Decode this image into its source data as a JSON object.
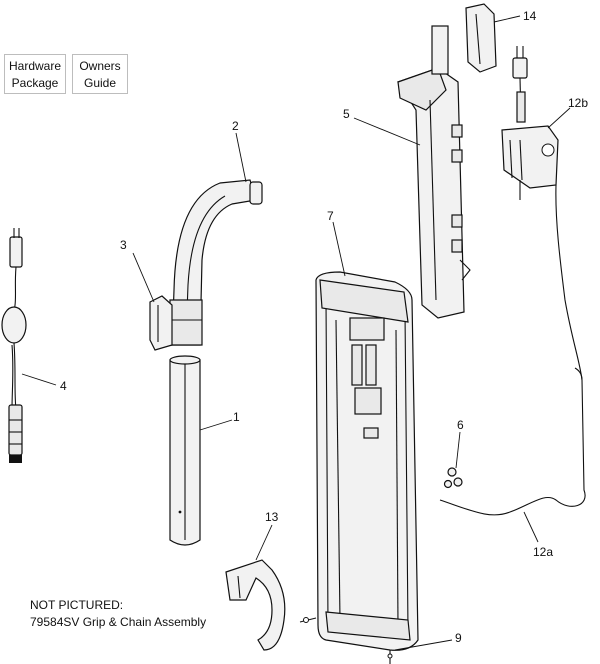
{
  "hardware_package": [
    "Hardware",
    "Package"
  ],
  "owners_guide": [
    "Owners",
    "Guide"
  ],
  "note": {
    "line1": "NOT PICTURED:",
    "line2": "79584SV Grip & Chain Assembly"
  },
  "callouts": {
    "c1": "1",
    "c2": "2",
    "c3": "3",
    "c4": "4",
    "c5": "5",
    "c6": "6",
    "c7": "7",
    "c9": "9",
    "c12a": "12a",
    "c12b": "12b",
    "c13": "13",
    "c14": "14"
  }
}
